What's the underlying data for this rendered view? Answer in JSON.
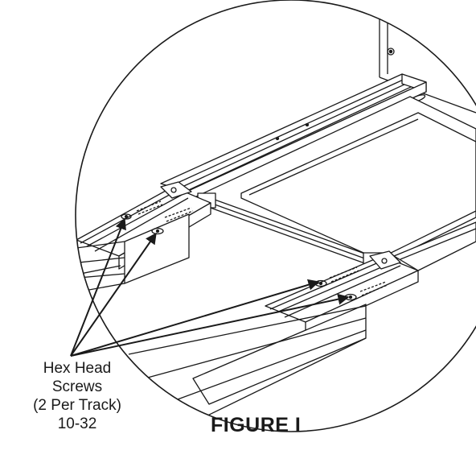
{
  "figure": {
    "title": "FIGURE I",
    "callout_lines": [
      "Hex Head",
      "Screws",
      "(2 Per Track)",
      "10-32"
    ],
    "line_color": "#1a1a1a",
    "background": "#ffffff"
  },
  "parts": {
    "detail_view": "circle-detail",
    "callout_arrows": 4,
    "screws_per_track": 2,
    "tracks": 2
  }
}
